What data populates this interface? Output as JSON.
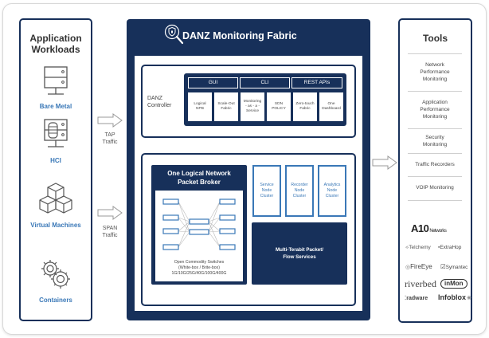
{
  "left": {
    "title_line1": "Application",
    "title_line2": "Workloads",
    "workloads": [
      {
        "label": "Bare Metal",
        "icon": "server-icon"
      },
      {
        "label": "HCI",
        "icon": "hci-database-server-icon"
      },
      {
        "label": "Virtual Machines",
        "icon": "cubes-icon"
      },
      {
        "label": "Containers",
        "icon": "gears-icon"
      }
    ]
  },
  "arrows": {
    "tap_line1": "TAP",
    "tap_line2": "Traffic",
    "span_line1": "SPAN",
    "span_line2": "Traffic"
  },
  "center": {
    "title": "DANZ Monitoring Fabric",
    "controller": {
      "label_line1": "DANZ",
      "label_line2": "Controller",
      "tabs": [
        "GUI",
        "CLI",
        "REST APIs"
      ],
      "features": [
        {
          "l1": "Logical",
          "l2": "NPB",
          "l3": ""
        },
        {
          "l1": "Scale-Out",
          "l2": "Fabric",
          "l3": ""
        },
        {
          "l1": "Monitoring",
          "l2": "- as - a -",
          "l3": "Service"
        },
        {
          "l1": "SDN",
          "l2": "POLICY",
          "l3": ""
        },
        {
          "l1": "Zero-touch",
          "l2": "Fabric",
          "l3": ""
        },
        {
          "l1": "One",
          "l2": "Dashboard",
          "l3": ""
        }
      ]
    },
    "broker": {
      "title_line1": "One Logical Network",
      "title_line2": "Packet Broker",
      "caption_line1": "Open Commodity Switches",
      "caption_line2": "(White-box / Brite-box)",
      "caption_line3": "1G/10G/25G/40G/100G/400G"
    },
    "nodes": [
      {
        "l1": "Service",
        "l2": "Node",
        "l3": "Cluster"
      },
      {
        "l1": "Recorder",
        "l2": "Node",
        "l3": "Cluster"
      },
      {
        "l1": "Analytics",
        "l2": "Node",
        "l3": "Cluster"
      }
    ],
    "multi_line1": "Multi-Terabit Packet/",
    "multi_line2": "Flow Services"
  },
  "tools": {
    "title": "Tools",
    "items": [
      {
        "l1": "Network",
        "l2": "Performance",
        "l3": "Monitoring"
      },
      {
        "l1": "Application",
        "l2": "Performance",
        "l3": "Monitoring"
      },
      {
        "l1": "Security",
        "l2": "Monitoring",
        "l3": ""
      },
      {
        "l1": "Traffic Recorders",
        "l2": "",
        "l3": ""
      },
      {
        "l1": "VOIP Monitoring",
        "l2": "",
        "l3": ""
      }
    ],
    "logos": {
      "a10_mark": "A10",
      "a10_text": "Networks",
      "telchemy": "Telchemy",
      "extrahop": "ExtraHop",
      "fireeye": "FireEye",
      "symantec": "Symantec",
      "riverbed": "riverbed",
      "inmon": "inMon",
      "radware": "radware",
      "infoblox": "Infoblox"
    }
  }
}
